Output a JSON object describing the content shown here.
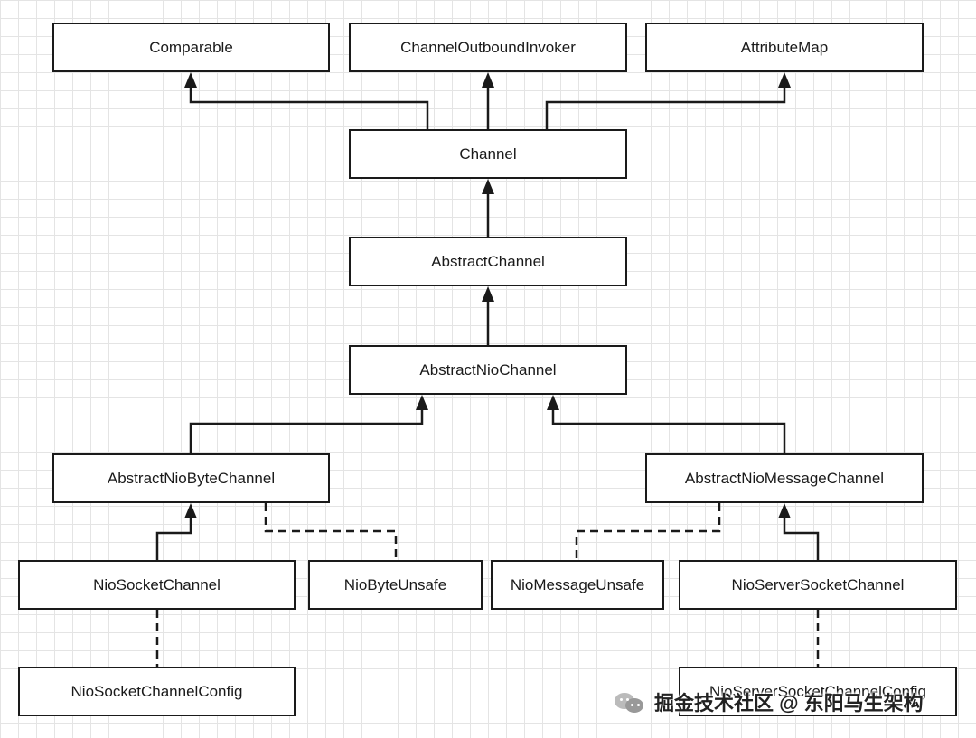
{
  "nodes": {
    "comparable": "Comparable",
    "channel_outbound_invoker": "ChannelOutboundInvoker",
    "attribute_map": "AttributeMap",
    "channel": "Channel",
    "abstract_channel": "AbstractChannel",
    "abstract_nio_channel": "AbstractNioChannel",
    "abstract_nio_byte_channel": "AbstractNioByteChannel",
    "abstract_nio_message_channel": "AbstractNioMessageChannel",
    "nio_socket_channel": "NioSocketChannel",
    "nio_byte_unsafe": "NioByteUnsafe",
    "nio_message_unsafe": "NioMessageUnsafe",
    "nio_server_socket_channel": "NioServerSocketChannel",
    "nio_socket_channel_config": "NioSocketChannelConfig",
    "nio_server_socket_channel_config": "NioServerSocketChannelConfig"
  },
  "watermark": {
    "text": "掘金技术社区 @ 东阳马生架构",
    "icon": "wechat-icon"
  },
  "colors": {
    "line": "#1a1a1a",
    "grid": "#e4e4e4",
    "background": "#ffffff"
  }
}
